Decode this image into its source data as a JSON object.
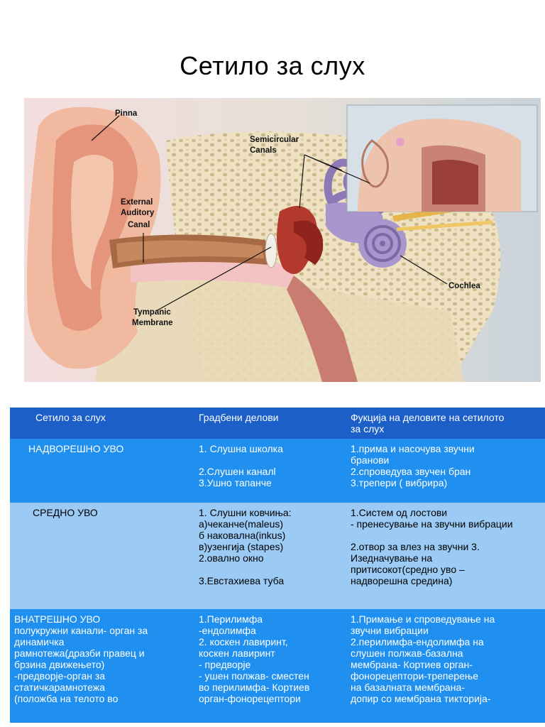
{
  "title": "Сетило за слух",
  "figure": {
    "labels": {
      "pinna": "Pinna",
      "semicircular_1": "Semicircular",
      "semicircular_2": "Canals",
      "external_1": "External",
      "external_2": "Auditory",
      "external_3": "Canal",
      "tympanic_1": "Tympanic",
      "tympanic_2": "Membrane",
      "cochlea": "Cochlea"
    }
  },
  "table": {
    "header": [
      "Сетило за слух",
      "Градбени делови",
      "Фукција на деловите на сетилото\nза слух"
    ],
    "rows": [
      {
        "name": "НАДВОРЕШНО УВО",
        "parts": "1. Слушна школка\n\n2.Слушен каналl\n3.Ушно тапанче",
        "function": "1.прима и насочува звучни\nбранови\n2.спроведува звучен бран\n3.трепери ( вибрира)"
      },
      {
        "name": "СРЕДНО УВО",
        "parts": "1. Слушни ковчиња:\nа)чеканче(maleus)\nб наковална(inkus)\nв)узенгија (stapes)\n2.овално окно\n\n3.Евстахиева туба",
        "function": "1.Систем од лостови\n- пренесување на звучни вибрации\n\n2.отвор за влез на звучни 3.\nИзедначување на\nпритисокот(средно уво –\nнадворешна средина)"
      },
      {
        "name": "    ВНАТРЕШНО УВО\nполукружни канали- орган за\nдинамичка\nрамнотежа(дразби правец и\nбрзина движењето)\n-предворје-орган за\nстатичкарамнотежа\n(положба на телото во",
        "parts": "1.Перилимфа\n-ендолимфа\n2. коскен лавиринт,\nкоскен лавиринт\n- предворје\n- ушен полжав- сместен\nво перилимфа- Кортиев\nорган-фонорецептори",
        "function": "1.Примање и спроведување на\nзвучни вибрации\n2.перилимфа-ендолимфа на\nслушен полжав-базална\nмембрана- Кортиев орган-\nфонорецептори-треперење\nна базалната мембрана-\nдопир со мембрана тикторија-"
      }
    ]
  }
}
